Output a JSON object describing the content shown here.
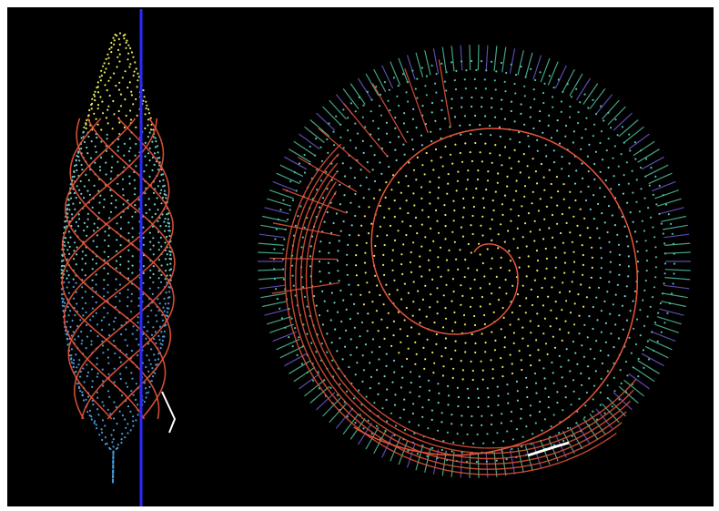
{
  "figure": {
    "panels": [
      {
        "id": "side-view",
        "view": "side"
      },
      {
        "id": "top-view",
        "view": "top"
      }
    ],
    "colors": {
      "background": "#000000",
      "frame": "#ffffff",
      "axis_line": "#2a2aff",
      "dots_yellow": "#e8e860",
      "dots_cyan": "#70d0c8",
      "dots_blue": "#4a9ad8",
      "spokes_teal": "#4fc0a0",
      "spokes_violet": "#6a5acd",
      "trajectory": "#e8553a",
      "highlight": "#ffffff"
    }
  }
}
